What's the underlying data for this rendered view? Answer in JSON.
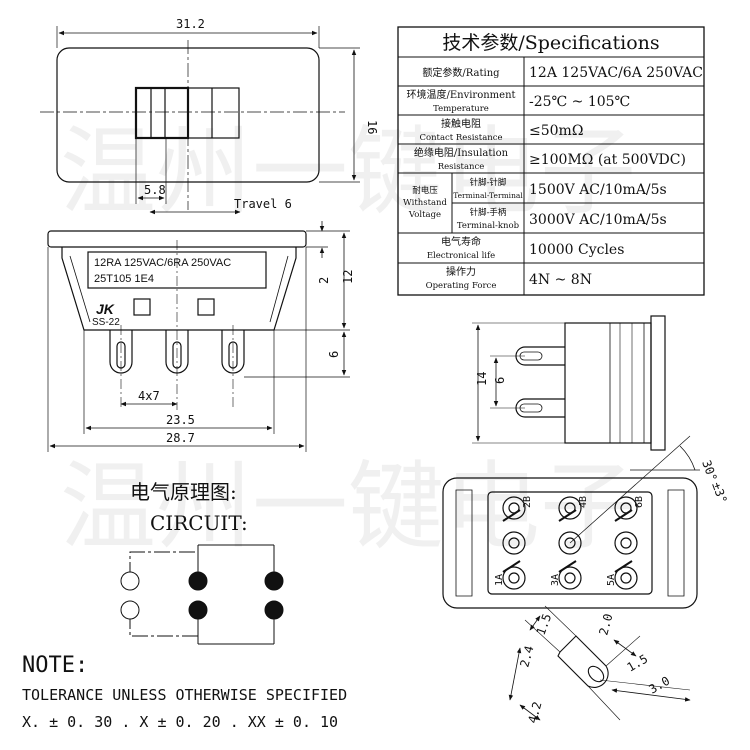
{
  "watermark": [
    "温州一键电子",
    "温州一键电子"
  ],
  "top_view": {
    "width_dim": "31.2",
    "height_dim": "16",
    "slot_dim": "5.8",
    "travel": "Travel 6"
  },
  "side_view": {
    "label_line1": "12RA  125VAC/6RA  250VAC",
    "label_line2": "25T105     1E4",
    "logo": "JK",
    "model": "SS-22",
    "dim_thickness": "2",
    "dim_height": "12",
    "dim_pin": "6",
    "dim_pitch": "4x7",
    "dim_inner": "23.5",
    "dim_outer": "28.7"
  },
  "specs": {
    "title": "技术参数/Specifications",
    "rows": [
      {
        "label": "额定参数/Rating",
        "value": "12A 125VAC/6A 250VAC"
      },
      {
        "label1": "环境温度/Environment",
        "label2": "Temperature",
        "value": "-25℃ ~ 105℃"
      },
      {
        "label1": "接触电阻",
        "label2": "Contact Resistance",
        "value": "≤50mΩ"
      },
      {
        "label1": "绝缘电阻/Insulation",
        "label2": "Resistance",
        "value": "≥100MΩ (at 500VDC)"
      },
      {
        "group1": "耐电压",
        "group2": "Withstand",
        "group3": "Voltage",
        "sub1": "针脚-针脚",
        "sub2": "Terminal-Terminal",
        "value": "1500V AC/10mA/5s"
      },
      {
        "sub1": "针脚-手柄",
        "sub2": "Terminal-knob",
        "value": "3000V AC/10mA/5s"
      },
      {
        "label1": "电气寿命",
        "label2": "Electronical life",
        "value": "10000 Cycles"
      },
      {
        "label1": "操作力",
        "label2": "Operating Force",
        "value": "4N ~ 8N"
      }
    ]
  },
  "right_view": {
    "dim_14": "14",
    "dim_6": "6"
  },
  "bottom_view": {
    "angle": "30°",
    "angle_tol": "±3°",
    "pins_top": [
      "2B",
      "4B",
      "6B"
    ],
    "pins_bottom": [
      "1A",
      "3A",
      "5A"
    ]
  },
  "terminal_detail": {
    "d1": "1.5",
    "d2": "2.0",
    "d3": "2.4",
    "d4": "1.5",
    "d5": "3.0",
    "d6": "4.2"
  },
  "circuit": {
    "title_cn": "电气原理图:",
    "title_en": "CIRCUIT:"
  },
  "note": {
    "title": "NOTE:",
    "line1": "TOLERANCE UNLESS OTHERWISE SPECIFIED",
    "line2": "X. ± 0. 30    . X ± 0. 20    . XX ± 0. 10"
  }
}
